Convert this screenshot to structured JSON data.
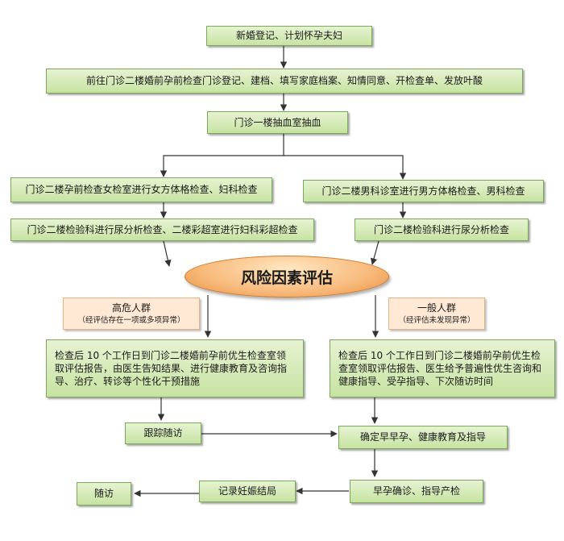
{
  "nodes": {
    "start": "新婚登记、计划怀孕夫妇",
    "register": "前往门诊二楼婚前孕前检查门诊登记、建档、填写家庭档案、知情同意、开检查单、发放叶酸",
    "blood": "门诊一楼抽血室抽血",
    "female_exam": "门诊二楼孕前检查女检室进行女方体格检查、妇科检查",
    "male_exam": "门诊二楼男科诊室进行男方体格检查、男科检查",
    "female_lab": "门诊二楼检验科进行尿分析检查、二楼彩超室进行妇科彩超检查",
    "male_lab": "门诊二楼检验科进行尿分析检查",
    "risk": "风险因素评估",
    "high_risk_title": "高危人群",
    "high_risk_sub": "（经评估存在一项或多项异常）",
    "normal_title": "一般人群",
    "normal_sub": "（经评估未发现异常）",
    "high_report": "检查后 10 个工作日到门诊二楼婚前孕前优生检查室领取评估报告，由医生告知结果、进行健康教育及咨询指导、治疗、转诊等个性化干预措施",
    "normal_report": "检查后 10 个工作日到门诊二楼婚前孕前优生检查室领取评估报告、医生给予普遍性优生咨询和健康指导、受孕指导、下次随访时间",
    "follow": "跟踪随访",
    "confirm": "确定早早孕、健康教育及指导",
    "early": "早孕确诊、指导产检",
    "record": "记录妊娠结局",
    "revisit": "随访"
  }
}
